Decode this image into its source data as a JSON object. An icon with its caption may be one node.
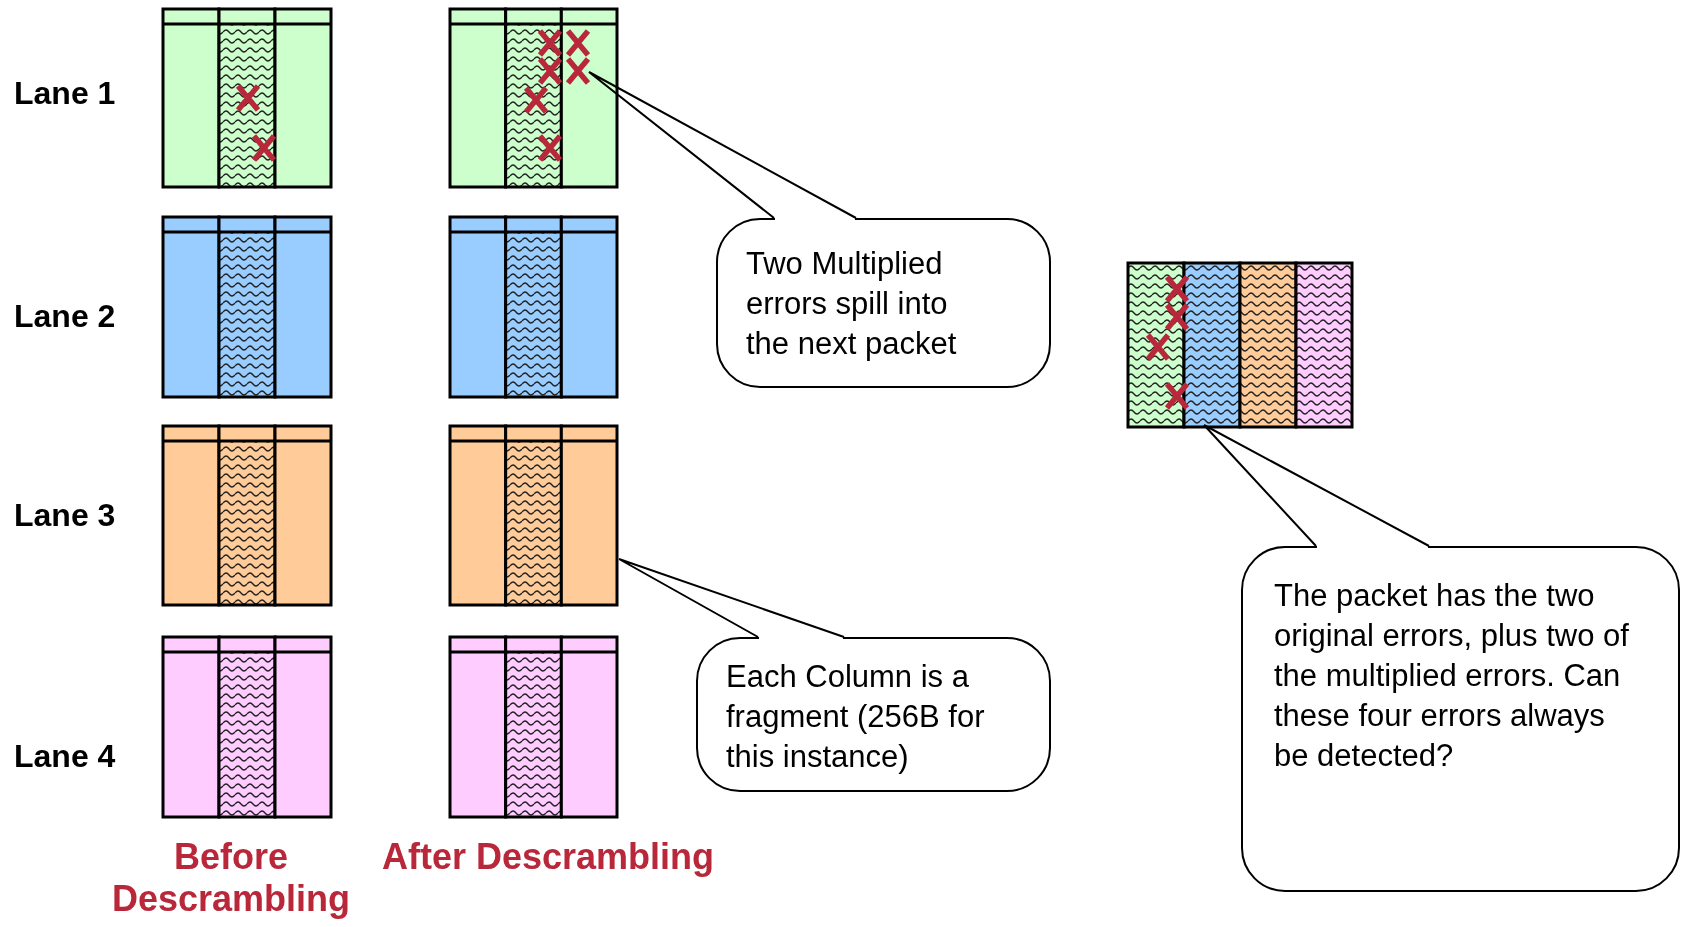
{
  "diagram": {
    "nodes": [
      {
        "text": [],
        "shape": "box",
        "beside": [
          "Lane 1"
        ]
      },
      {
        "text": [],
        "shape": "box"
      },
      {
        "text": [],
        "shape": "box",
        "beside": [
          "Lane 2"
        ]
      },
      {
        "text": [],
        "shape": "box"
      },
      {
        "text": [],
        "shape": "box",
        "beside": [
          "Lane 3"
        ]
      },
      {
        "text": [],
        "shape": "box"
      },
      {
        "text": [],
        "shape": "box",
        "beside": [
          "Lane 4"
        ]
      },
      {
        "text": [],
        "shape": "box"
      },
      {
        "text": [],
        "shape": "box"
      },
      {
        "text": [
          "Two Multiplied errors spill into the next packet"
        ]
      },
      {
        "text": [
          "Each Column is a fragment (256B for this instance)"
        ]
      },
      {
        "text": [
          "The packet has the two original errors, plus two of the multiplied errors. Can these four errors always be detected?"
        ]
      }
    ],
    "edges": [
      {
        "from": 9,
        "to": 1,
        "arrow": "none"
      },
      {
        "from": 10,
        "to": 5,
        "arrow": "none"
      },
      {
        "from": 11,
        "to": 8,
        "arrow": "none"
      }
    ],
    "labels": [
      "Before Descrambling",
      "After Descrambling"
    ]
  }
}
